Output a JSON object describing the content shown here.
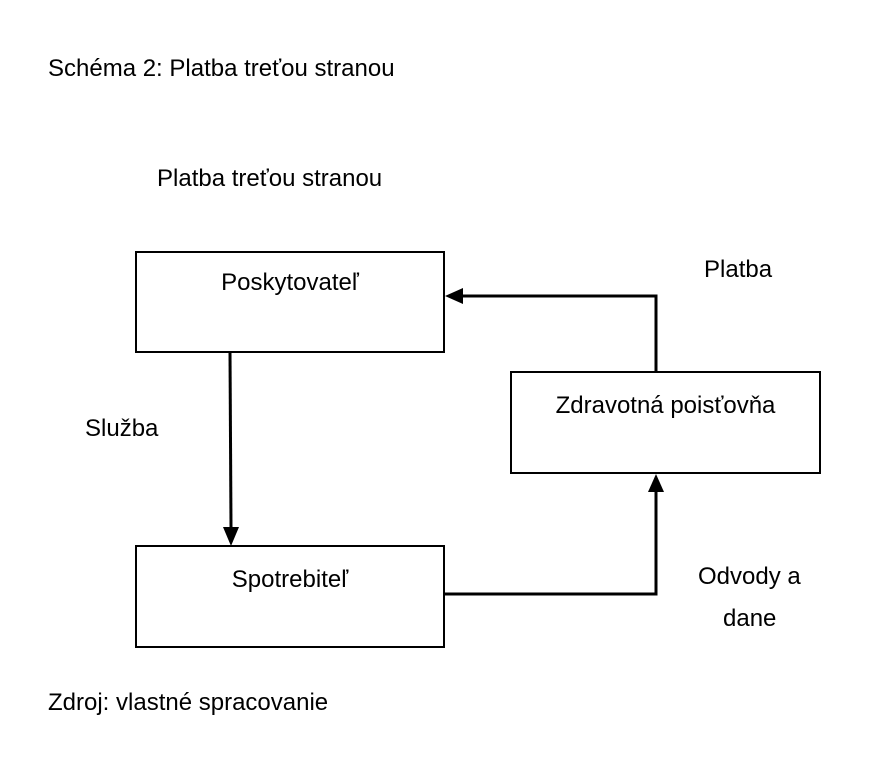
{
  "caption": "Schéma 2: Platba treťou stranou",
  "diagram": {
    "title": "Platba treťou stranou",
    "nodes": {
      "provider": "Poskytovateľ",
      "insurer": "Zdravotná poisťovňa",
      "consumer": "Spotrebiteľ"
    },
    "edges": {
      "payment": "Platba",
      "service": "Služba",
      "contributions_line1": "Odvody a",
      "contributions_line2": "dane"
    }
  },
  "source": "Zdroj: vlastné spracovanie"
}
